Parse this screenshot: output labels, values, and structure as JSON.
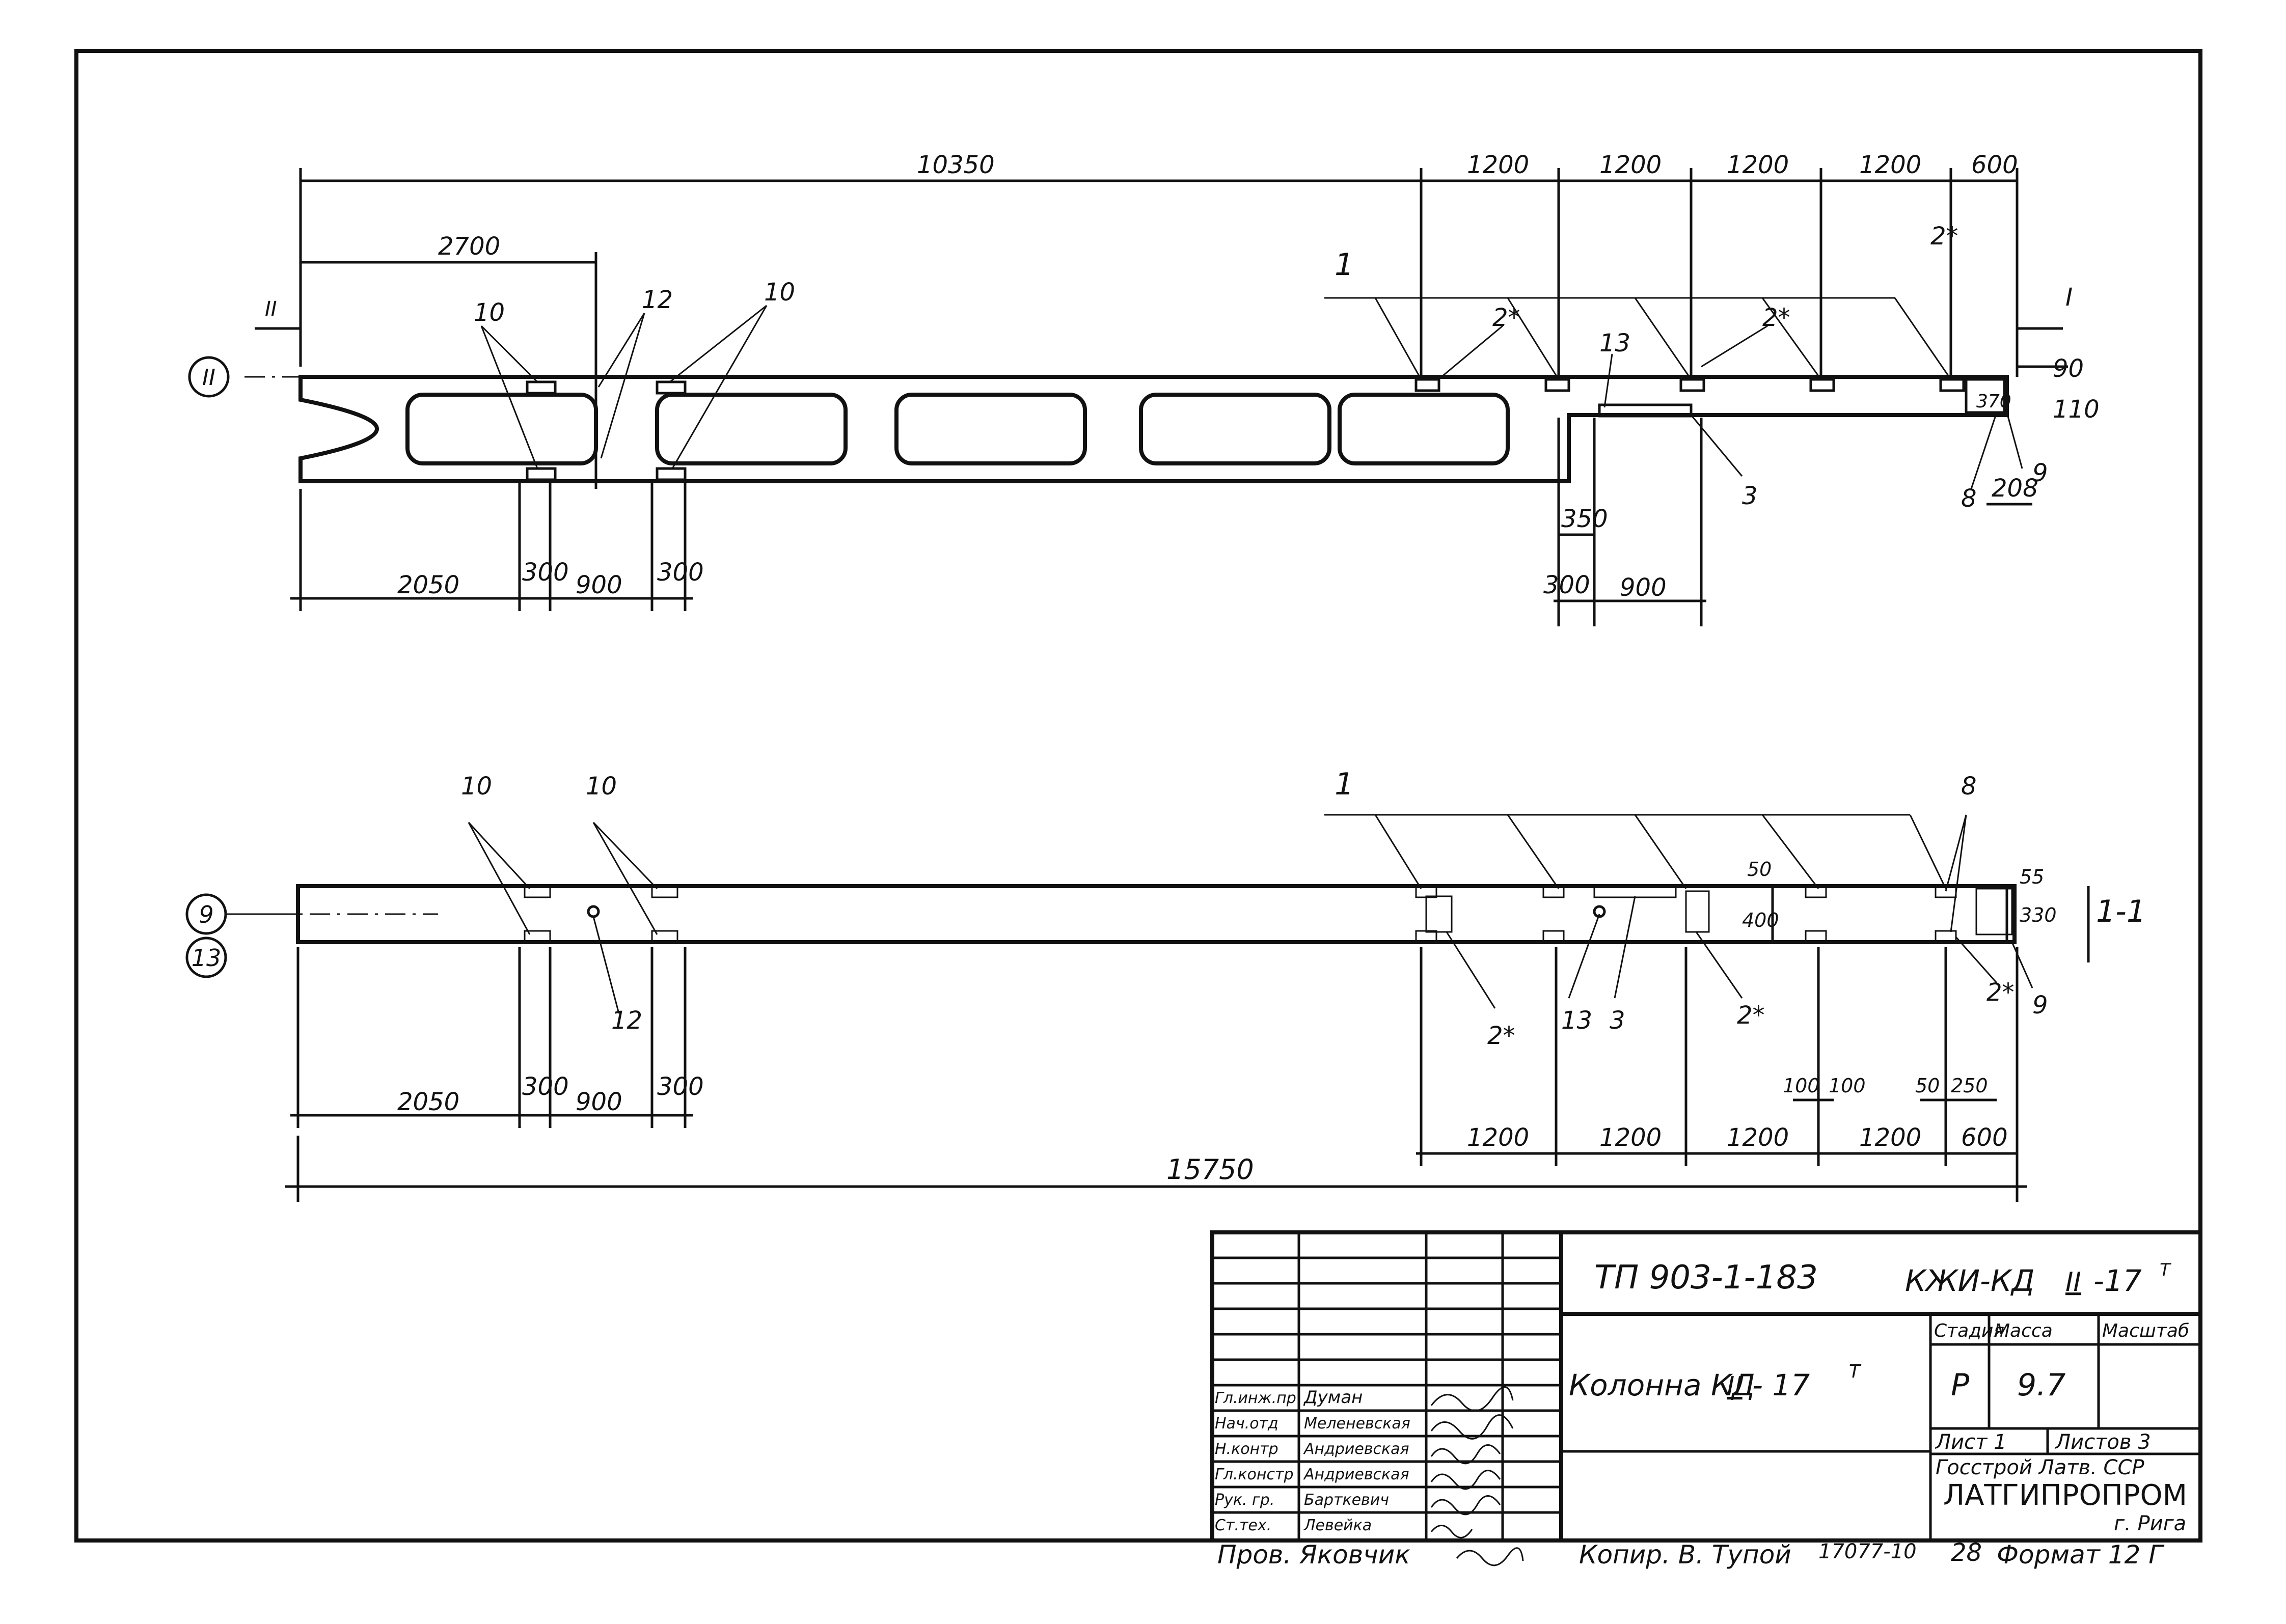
{
  "top_view": {
    "section_marker": "II",
    "section_arrow_left": "II",
    "section_arrow_right": "I",
    "dims_top": [
      "10350",
      "1200",
      "1200",
      "1200",
      "1200",
      "600"
    ],
    "dim_2700": "2700",
    "dims_right_vertical": [
      "90",
      "110",
      "370"
    ],
    "dims_bottom": [
      "2050",
      "300",
      "900",
      "300"
    ],
    "dims_bottom_right": [
      "350",
      "300",
      "900",
      "208"
    ],
    "callouts": [
      "10",
      "12",
      "10",
      "1",
      "2*",
      "13",
      "2*",
      "2*",
      "3",
      "8",
      "9"
    ]
  },
  "bottom_view": {
    "axis_marks": [
      "9",
      "13"
    ],
    "section_label": "1-1",
    "callouts": [
      "10",
      "10",
      "12",
      "1",
      "2*",
      "13",
      "3",
      "2*",
      "8",
      "2*",
      "9"
    ],
    "dims_bottom_left": [
      "2050",
      "300",
      "900",
      "300"
    ],
    "dims_bottom_right": [
      "1200",
      "1200",
      "1200",
      "1200",
      "600"
    ],
    "dims_small": [
      "100",
      "100",
      "50",
      "250",
      "50",
      "400",
      "55",
      "330"
    ],
    "overall": "15750"
  },
  "title_block": {
    "project_code": "ТП 903-1-183",
    "sheet_code": "КЖИ-КД",
    "sheet_code_roman": "II",
    "sheet_code_sup": "-17",
    "sheet_code_t": "Т",
    "name": "Колонна КД",
    "name_roman": "II",
    "name_tail": "- 17",
    "name_t": "Т",
    "hdr_stage": "Стадия",
    "hdr_mass": "Масса",
    "hdr_scale": "Масштаб",
    "stage": "Р",
    "mass": "9.7",
    "scale": "",
    "sheet": "Лист 1",
    "sheets": "Листов 3",
    "org1": "Госстрой Латв. ССР",
    "org2": "ЛАТГИПРОПРОМ",
    "org3": "г. Рига",
    "people": [
      {
        "role": "Гл.инж.пр",
        "name": "Думан"
      },
      {
        "role": "Нач.отд",
        "name": "Меленевская"
      },
      {
        "role": "Н.контр",
        "name": "Андриевская"
      },
      {
        "role": "Гл.констр",
        "name": "Андриевская"
      },
      {
        "role": "Рук. гр.",
        "name": "Барткевич"
      },
      {
        "role": "Ст.тех.",
        "name": "Левейка"
      }
    ],
    "checked_by": "Пров. Яковчик",
    "copied_by": "Копир. В. Тупой",
    "footer_num": "17077-10",
    "footer_28": "28",
    "format": "Формат 12 Г"
  }
}
